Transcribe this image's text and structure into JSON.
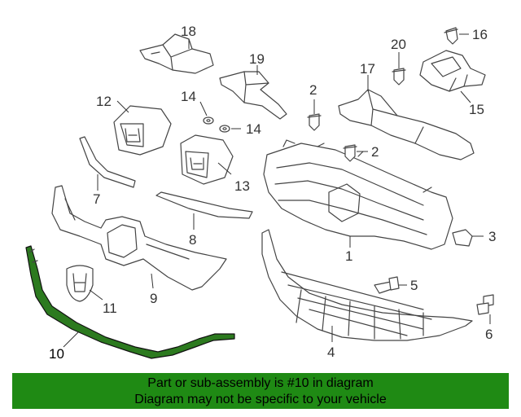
{
  "callouts": {
    "c1": "1",
    "c2a": "2",
    "c2b": "2",
    "c3": "3",
    "c5": "5",
    "c6": "6",
    "c7": "7",
    "c8": "8",
    "c9": "9",
    "c10": "10",
    "c11": "11",
    "c12": "12",
    "c13": "13",
    "c14a": "14",
    "c14b": "14",
    "c15": "15",
    "c16": "16",
    "c17": "17",
    "c18": "18",
    "c19": "19",
    "c20": "20",
    "c4": "4"
  },
  "banner": {
    "line1": "Part or sub-assembly is #10 in diagram",
    "line2": "Diagram may not be specific to your vehicle",
    "color": "#1f8a14"
  },
  "highlight_color": "#2c7a1f"
}
